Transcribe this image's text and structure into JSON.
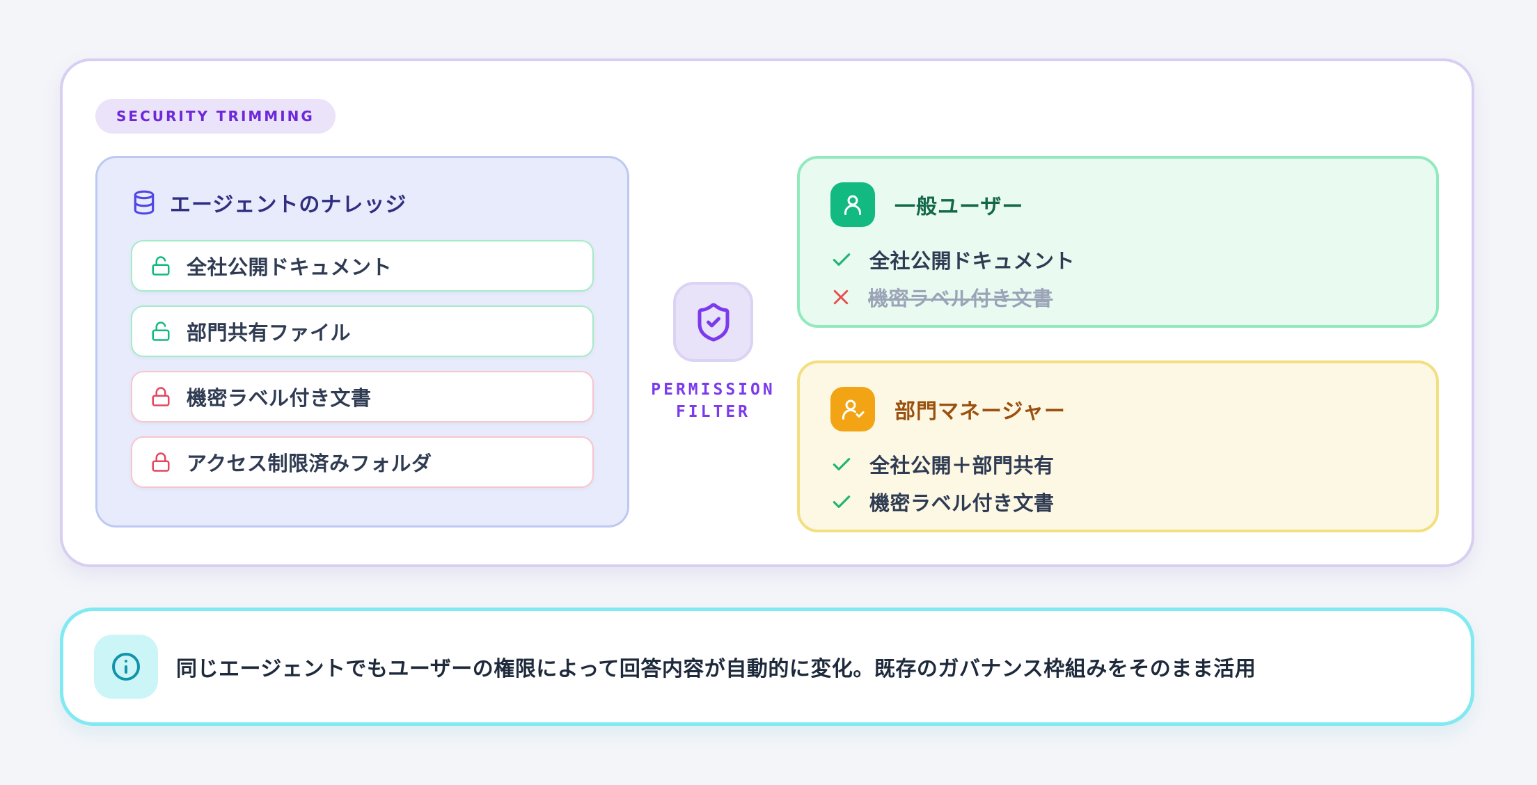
{
  "badge": {
    "label": "SECURITY TRIMMING"
  },
  "knowledge": {
    "title": "エージェントのナレッジ",
    "items": [
      {
        "label": "全社公開ドキュメント",
        "access": "open"
      },
      {
        "label": "部門共有ファイル",
        "access": "open"
      },
      {
        "label": "機密ラベル付き文書",
        "access": "restricted"
      },
      {
        "label": "アクセス制限済みフォルダ",
        "access": "restricted"
      }
    ]
  },
  "filter": {
    "label": "PERMISSION FILTER",
    "line1": "PERMISSION",
    "line2": "FILTER"
  },
  "users": [
    {
      "name": "一般ユーザー",
      "role": "general",
      "rows": [
        {
          "mark": "check",
          "label": "全社公開ドキュメント",
          "struck": false
        },
        {
          "mark": "cross",
          "label": "機密ラベル付き文書",
          "struck": true
        }
      ]
    },
    {
      "name": "部門マネージャー",
      "role": "manager",
      "rows": [
        {
          "mark": "check",
          "label": "全社公開＋部門共有",
          "struck": false
        },
        {
          "mark": "check",
          "label": "機密ラベル付き文書",
          "struck": false
        }
      ]
    }
  ],
  "footnote": {
    "text": "同じエージェントでもユーザーの権限によって回答内容が自動的に変化。既存のガバナンス枠組みをそのまま活用"
  },
  "colors": {
    "page_bg": "#F4F5F9",
    "card_border": "#D8CEF2",
    "badge_bg": "#EBE3FA",
    "accent_purple": "#6D28D9",
    "filter_purple": "#7C3AED",
    "knowledge_bg": "#E7EBFB",
    "knowledge_border": "#BEC9F1",
    "knowledge_title": "#312E81",
    "open_border": "#A5EBC6",
    "restricted_border": "#F8C5CC",
    "lock_open": "#10B981",
    "lock_closed": "#E5455F",
    "general_bg": "#E9FAF1",
    "general_border": "#92E9BD",
    "general_icon": "#12B981",
    "general_title": "#14684A",
    "manager_bg": "#FDF8E4",
    "manager_border": "#F2DF80",
    "manager_icon": "#F2A414",
    "manager_title": "#9A500E",
    "check_green": "#22B573",
    "cross_red": "#EA4C4C",
    "muted_text": "#9AA4B6",
    "body_text": "#2F3B52",
    "info_border": "#80E9F1",
    "info_icon_bg": "#CCF5F8",
    "info_icon": "#1194A9",
    "info_text": "#1E2A3B"
  }
}
